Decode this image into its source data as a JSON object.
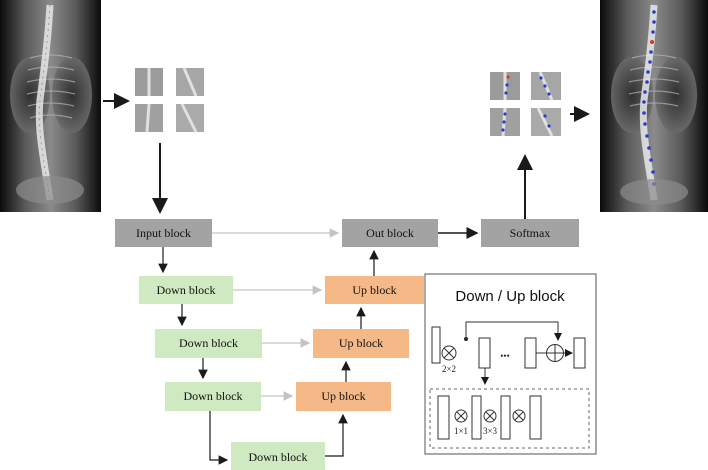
{
  "blocks": {
    "input": "Input block",
    "out": "Out block",
    "softmax": "Softmax",
    "down": "Down block",
    "up": "Up block"
  },
  "legend": {
    "title": "Down / Up block",
    "pool_label": "2×2",
    "conv1_label": "1×1",
    "conv2_label": "3×3",
    "ellipsis": "•••"
  },
  "colors": {
    "gray_block": "#a3a3a3",
    "down_block": "#cfe9c0",
    "up_block": "#f4b987",
    "arrow_dark": "#1a1a1a",
    "arrow_light": "#bfbfbf"
  }
}
